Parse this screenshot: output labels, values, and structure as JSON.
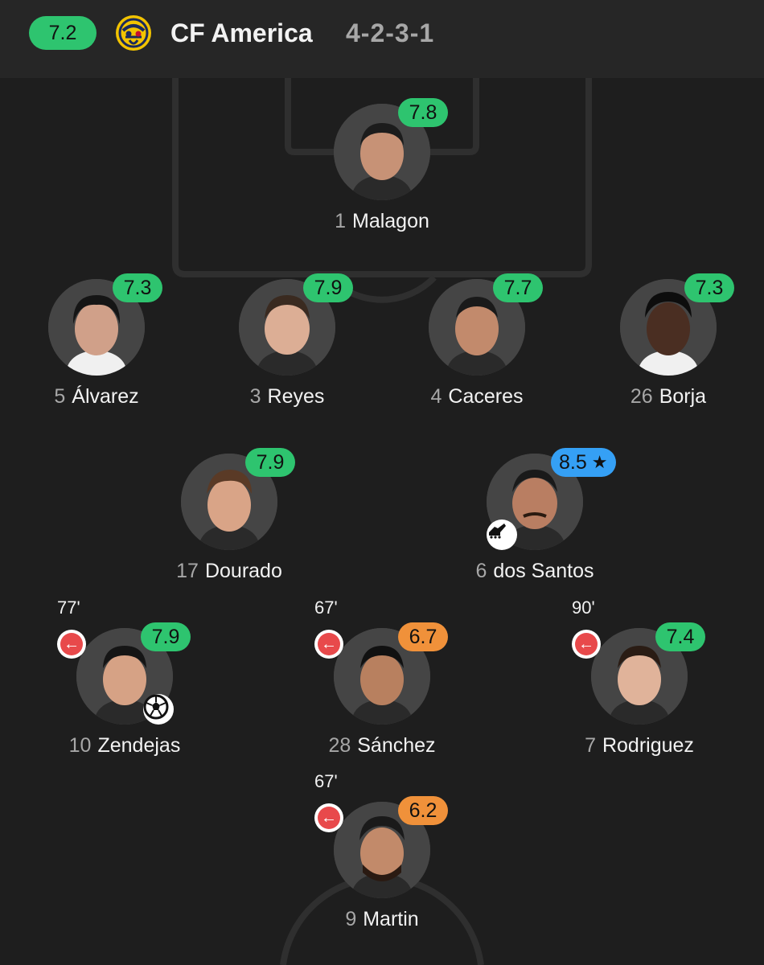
{
  "team": {
    "rating": "7.2",
    "name": "CF America",
    "formation": "4-2-3-1",
    "crest_icon": "club-crest-icon"
  },
  "colors": {
    "rating_green": "#2ec46f",
    "rating_orange": "#f0913a",
    "rating_blue": "#35a0f5",
    "sub_off_red": "#e8494b",
    "background": "#1e1e1e"
  },
  "players": [
    {
      "number": "1",
      "name": "Malagon",
      "rating": "7.8",
      "rating_color": "green"
    },
    {
      "number": "5",
      "name": "Álvarez",
      "rating": "7.3",
      "rating_color": "green"
    },
    {
      "number": "3",
      "name": "Reyes",
      "rating": "7.9",
      "rating_color": "green"
    },
    {
      "number": "4",
      "name": "Caceres",
      "rating": "7.7",
      "rating_color": "green"
    },
    {
      "number": "26",
      "name": "Borja",
      "rating": "7.3",
      "rating_color": "green"
    },
    {
      "number": "17",
      "name": "Dourado",
      "rating": "7.9",
      "rating_color": "green"
    },
    {
      "number": "6",
      "name": "dos Santos",
      "rating": "8.5",
      "rating_color": "blue",
      "badge": "star-icon",
      "event": "assist-boot-icon"
    },
    {
      "number": "10",
      "name": "Zendejas",
      "rating": "7.9",
      "rating_color": "green",
      "sub_off": "77'",
      "event": "goal-ball-icon"
    },
    {
      "number": "28",
      "name": "Sánchez",
      "rating": "6.7",
      "rating_color": "orange",
      "sub_off": "67'"
    },
    {
      "number": "7",
      "name": "Rodriguez",
      "rating": "7.4",
      "rating_color": "green",
      "sub_off": "90'"
    },
    {
      "number": "9",
      "name": "Martin",
      "rating": "6.2",
      "rating_color": "orange",
      "sub_off": "67'"
    }
  ]
}
